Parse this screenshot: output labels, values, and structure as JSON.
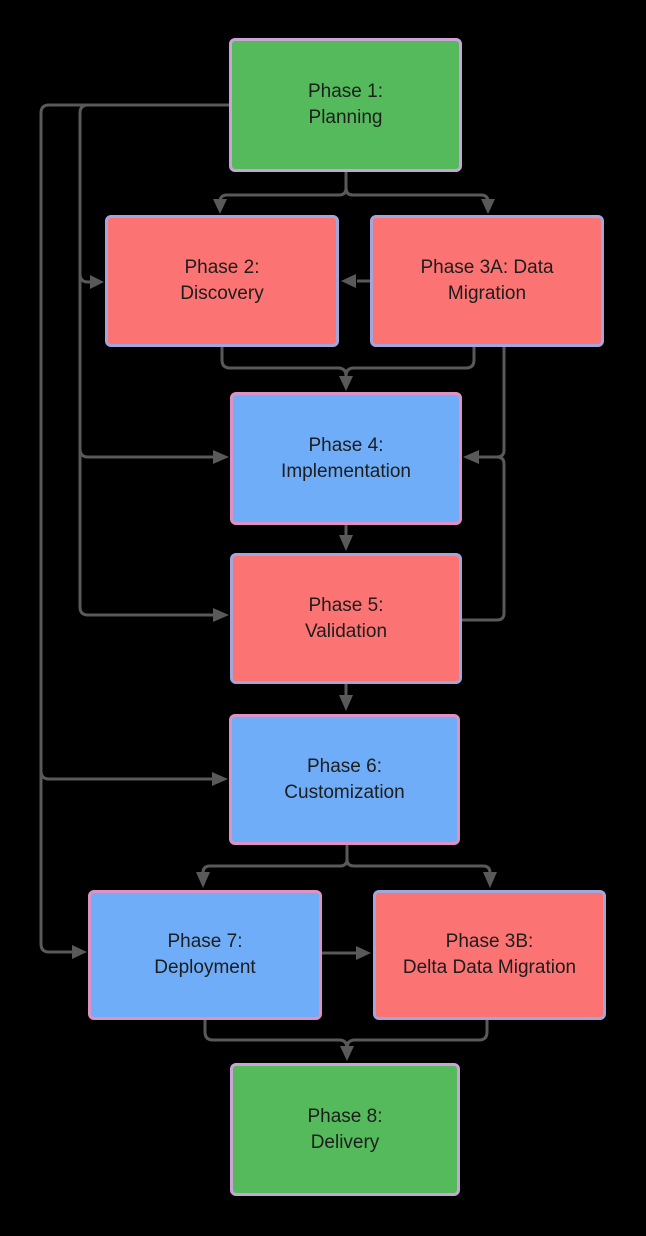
{
  "diagram": {
    "background": "#000000",
    "colors": {
      "connector": "#595959",
      "text": "#1d1d1d",
      "green_fill": "#54BA5C",
      "green_border": "#CBA3D6",
      "red_fill": "#FB7373",
      "red_border": "#A3A6DB",
      "blue_fill": "#6FADF8",
      "blue_border": "#DD92C3"
    },
    "nodes": [
      {
        "id": "phase1",
        "label": [
          "Phase 1:",
          "Planning"
        ],
        "fill": "#54BA5C",
        "border": "#CBA3D6",
        "color_role": "green"
      },
      {
        "id": "phase2",
        "label": [
          "Phase 2:",
          "Discovery"
        ],
        "fill": "#FB7373",
        "border": "#A3A6DB",
        "color_role": "red"
      },
      {
        "id": "phase3a",
        "label": [
          "Phase 3A: Data",
          "Migration"
        ],
        "fill": "#FB7373",
        "border": "#A3A6DB",
        "color_role": "red"
      },
      {
        "id": "phase4",
        "label": [
          "Phase 4:",
          "Implementation"
        ],
        "fill": "#6FADF8",
        "border": "#DD92C3",
        "color_role": "blue"
      },
      {
        "id": "phase5",
        "label": [
          "Phase 5:",
          "Validation"
        ],
        "fill": "#FB7373",
        "border": "#A3A6DB",
        "color_role": "red"
      },
      {
        "id": "phase6",
        "label": [
          "Phase 6:",
          "Customization"
        ],
        "fill": "#6FADF8",
        "border": "#DD92C3",
        "color_role": "blue"
      },
      {
        "id": "phase7",
        "label": [
          "Phase 7:",
          "Deployment"
        ],
        "fill": "#6FADF8",
        "border": "#DD92C3",
        "color_role": "blue"
      },
      {
        "id": "phase3b",
        "label": [
          "Phase 3B:",
          "Delta Data Migration"
        ],
        "fill": "#FB7373",
        "border": "#A3A6DB",
        "color_role": "red"
      },
      {
        "id": "phase8",
        "label": [
          "Phase 8:",
          "Delivery"
        ],
        "fill": "#54BA5C",
        "border": "#CBA3D6",
        "color_role": "green"
      }
    ],
    "edges": [
      {
        "from": "phase1",
        "to": "phase2",
        "enters": "top"
      },
      {
        "from": "phase1",
        "to": "phase3a",
        "enters": "top"
      },
      {
        "from": "phase3a",
        "to": "phase2",
        "enters": "right"
      },
      {
        "from": "phase2",
        "to": "phase4",
        "enters": "top"
      },
      {
        "from": "phase3a",
        "to": "phase4",
        "enters": "top"
      },
      {
        "from": "phase3a",
        "to": "phase4",
        "enters": "right"
      },
      {
        "from": "phase5",
        "to": "phase4",
        "enters": "right"
      },
      {
        "from": "phase1",
        "to": "phase2",
        "enters": "left"
      },
      {
        "from": "phase1",
        "to": "phase4",
        "enters": "left"
      },
      {
        "from": "phase1",
        "to": "phase5",
        "enters": "left"
      },
      {
        "from": "phase1",
        "to": "phase6",
        "enters": "left"
      },
      {
        "from": "phase1",
        "to": "phase7",
        "enters": "left"
      },
      {
        "from": "phase4",
        "to": "phase5",
        "enters": "top"
      },
      {
        "from": "phase5",
        "to": "phase6",
        "enters": "top"
      },
      {
        "from": "phase6",
        "to": "phase7",
        "enters": "top"
      },
      {
        "from": "phase6",
        "to": "phase3b",
        "enters": "top"
      },
      {
        "from": "phase7",
        "to": "phase3b",
        "enters": "left"
      },
      {
        "from": "phase7",
        "to": "phase8",
        "enters": "top"
      },
      {
        "from": "phase3b",
        "to": "phase8",
        "enters": "top"
      }
    ]
  }
}
